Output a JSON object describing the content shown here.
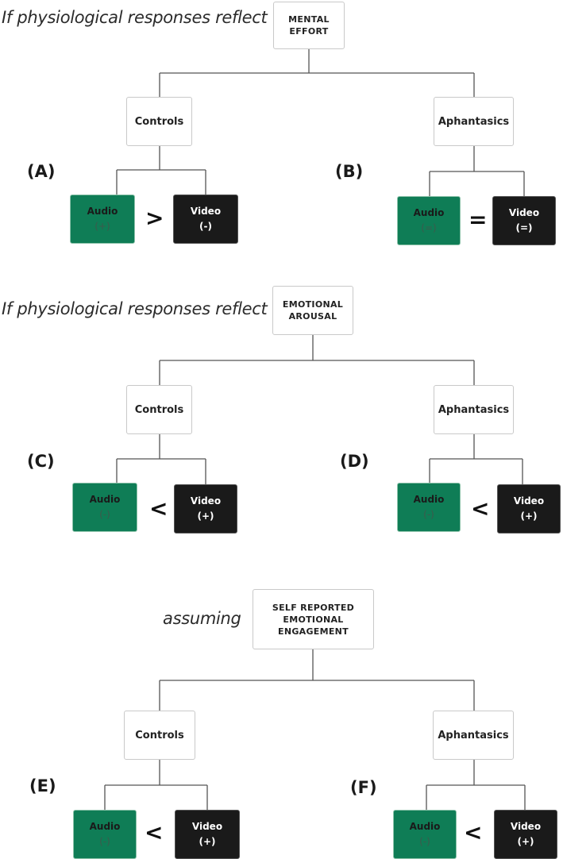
{
  "sections": [
    {
      "lead": "If physiological responses reflect",
      "top": [
        "MENTAL",
        "EFFORT"
      ],
      "panels": [
        {
          "id": "A",
          "label": "(A)",
          "group": "Controls",
          "audio": {
            "name": "Audio",
            "sign": "(+)"
          },
          "op": ">",
          "video": {
            "name": "Video",
            "sign": "(-)"
          }
        },
        {
          "id": "B",
          "label": "(B)",
          "group": "Aphantasics",
          "audio": {
            "name": "Audio",
            "sign": "(=)"
          },
          "op": "=",
          "video": {
            "name": "Video",
            "sign": "(=)"
          }
        }
      ]
    },
    {
      "lead": "If physiological responses reflect",
      "top": [
        "EMOTIONAL",
        "AROUSAL"
      ],
      "panels": [
        {
          "id": "C",
          "label": "(C)",
          "group": "Controls",
          "audio": {
            "name": "Audio",
            "sign": "(-)"
          },
          "op": "<",
          "video": {
            "name": "Video",
            "sign": "(+)"
          }
        },
        {
          "id": "D",
          "label": "(D)",
          "group": "Aphantasics",
          "audio": {
            "name": "Audio",
            "sign": "(-)"
          },
          "op": "<",
          "video": {
            "name": "Video",
            "sign": "(+)"
          }
        }
      ]
    },
    {
      "lead": "assuming",
      "top": [
        "SELF REPORTED",
        "EMOTIONAL",
        "ENGAGEMENT"
      ],
      "panels": [
        {
          "id": "E",
          "label": "(E)",
          "group": "Controls",
          "audio": {
            "name": "Audio",
            "sign": "(-)"
          },
          "op": "<",
          "video": {
            "name": "Video",
            "sign": "(+)"
          }
        },
        {
          "id": "F",
          "label": "(F)",
          "group": "Aphantasics",
          "audio": {
            "name": "Audio",
            "sign": "(-)"
          },
          "op": "<",
          "video": {
            "name": "Video",
            "sign": "(+)"
          }
        }
      ]
    }
  ],
  "colors": {
    "audio": "#0f7d56",
    "video": "#1a1a1a",
    "line": "#555555"
  }
}
